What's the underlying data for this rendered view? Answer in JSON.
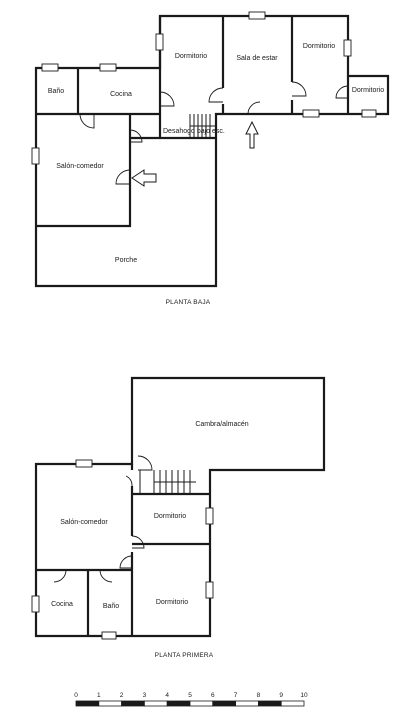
{
  "ground_floor": {
    "caption": "PLANTA BAJA",
    "rooms": {
      "bano": "Baño",
      "cocina": "Cocina",
      "dormitorio_1": "Dormitorio",
      "sala_de_estar": "Sala de estar",
      "dormitorio_2": "Dormitorio",
      "dormitorio_3": "Dormitorio",
      "desahogo": "Desahogo bajo esc.",
      "salon_comedor": "Salón-comedor",
      "porche": "Porche"
    }
  },
  "first_floor": {
    "caption": "PLANTA PRIMERA",
    "rooms": {
      "cambra": "Cambra/almacén",
      "salon_comedor": "Salón-comedor",
      "dormitorio_1": "Dormitorio",
      "cocina": "Cocina",
      "bano": "Baño",
      "dormitorio_2": "Dormitorio"
    }
  },
  "scale_bar": {
    "ticks": [
      "0",
      "1",
      "2",
      "3",
      "4",
      "5",
      "6",
      "7",
      "8",
      "9",
      "10"
    ]
  }
}
